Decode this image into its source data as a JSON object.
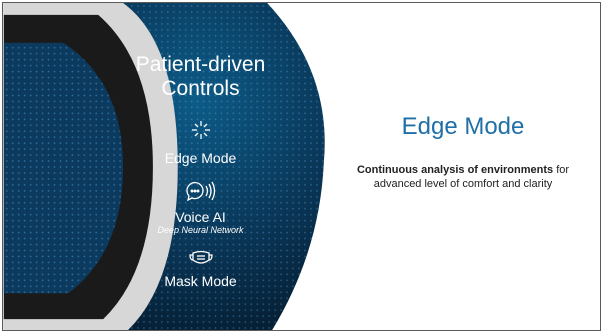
{
  "left_panel": {
    "title_line1": "Patient-driven",
    "title_line2": "Controls",
    "items": [
      {
        "label": "Edge Mode",
        "icon": "sparkle-icon"
      },
      {
        "label": "Voice AI",
        "sublabel": "Deep Neural Network",
        "icon": "voice-ai-icon"
      },
      {
        "label": "Mask Mode",
        "icon": "mask-icon"
      }
    ]
  },
  "right_panel": {
    "title": "Edge Mode",
    "desc_bold": "Continuous analysis of environments",
    "desc_rest": " for advanced level of comfort and clarity"
  },
  "colors": {
    "accent": "#1f6fa8",
    "panel_dark": "#06223a",
    "panel_mid": "#0b4a73",
    "ring": "#d7d7d7"
  }
}
